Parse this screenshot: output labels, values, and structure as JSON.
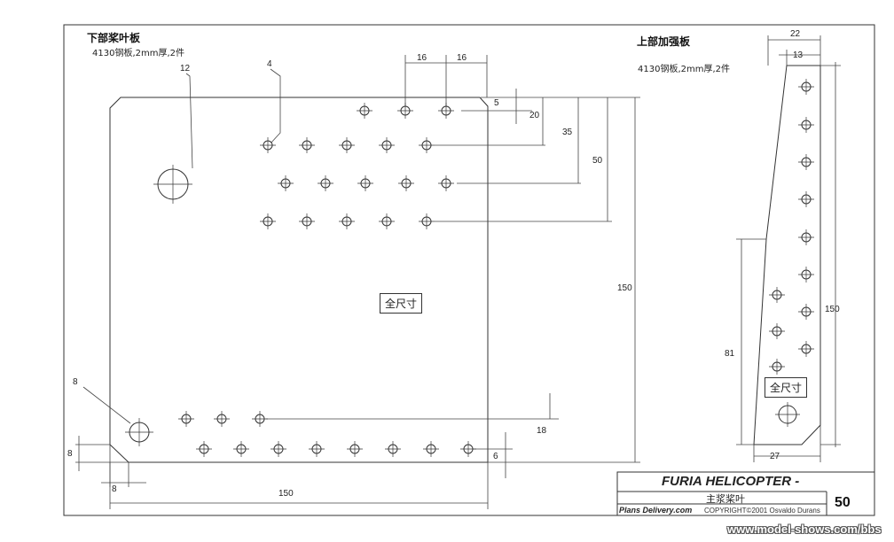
{
  "lower_blade_plate": {
    "title": "下部桨叶板",
    "material_note": "4130钢板,2mm厚,2件",
    "full_size_label": "全尺寸",
    "dims": {
      "top_pitch_a": "16",
      "top_pitch_b": "16",
      "hole_top_offset": "5",
      "row2_offset": "20",
      "row3_offset": "35",
      "row4_offset": "50",
      "height": "150",
      "width": "150",
      "large_hole_dia": "12",
      "small_hole_dia": "4",
      "corner_hole_dia": "8",
      "bottom_chamfer_h": "8",
      "bottom_chamfer_w": "8",
      "bottom_row2_offset": "18",
      "bottom_row_offset": "6"
    }
  },
  "upper_reinforcement_plate": {
    "title": "上部加强板",
    "material_note": "4130钢板,2mm厚,2件",
    "full_size_label": "全尺寸",
    "dims": {
      "top_width": "22",
      "top_inner": "13",
      "height": "150",
      "lower_height": "81",
      "bottom_width": "27"
    }
  },
  "title_block": {
    "project": "FURIA HELICOPTER -",
    "part_name": "主浆桨叶",
    "publisher": "Plans Delivery.com",
    "copyright": "COPYRIGHT©2001 Osvaldo Durans",
    "page_number": "50"
  },
  "watermark": "www.model-shows.com/bbs"
}
